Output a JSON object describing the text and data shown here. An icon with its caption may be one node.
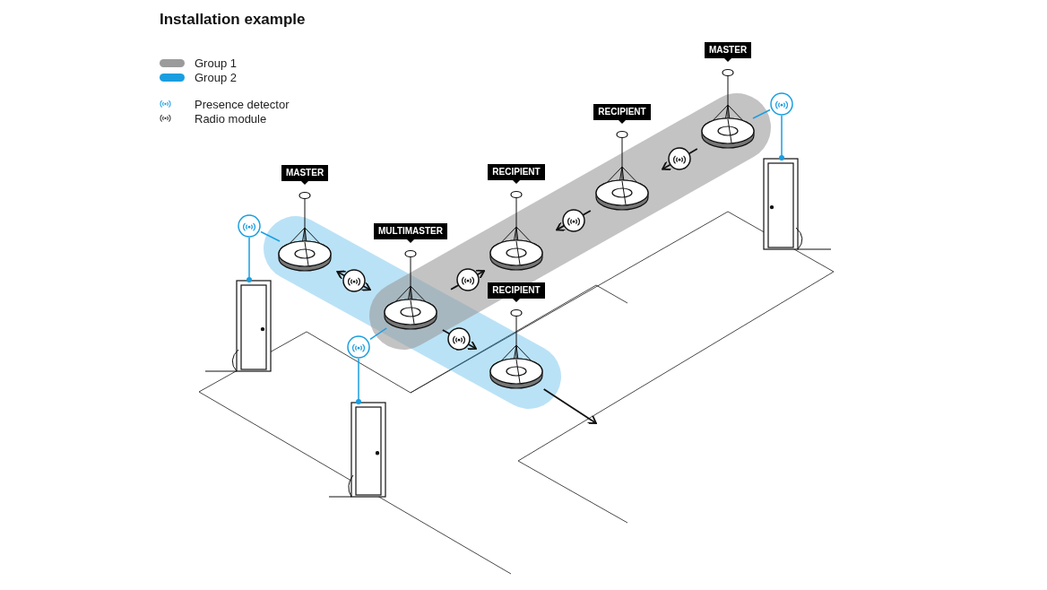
{
  "diagram": {
    "title": "Installation example",
    "nodes": [
      {
        "text": [
          "MASTER"
        ]
      },
      {
        "text": [
          "RECIPIENT"
        ]
      },
      {
        "text": [
          "MASTER"
        ]
      },
      {
        "text": [
          "RECIPIENT"
        ]
      },
      {
        "text": [
          "MULTIMASTER"
        ]
      },
      {
        "text": [
          "RECIPIENT"
        ]
      },
      {
        "text": [],
        "shape": "circle"
      },
      {
        "text": [],
        "shape": "circle"
      },
      {
        "text": [],
        "shape": "circle"
      },
      {
        "text": [],
        "shape": "door"
      },
      {
        "text": [],
        "shape": "door"
      },
      {
        "text": [],
        "shape": "door"
      }
    ],
    "edges": [
      {
        "from": 2,
        "to": 4,
        "arrow": "both"
      },
      {
        "from": 4,
        "to": 3,
        "arrow": "to"
      },
      {
        "from": 4,
        "to": 5,
        "arrow": "to"
      },
      {
        "from": 0,
        "to": 1,
        "arrow": "to"
      },
      {
        "from": 1,
        "to": 3,
        "arrow": "to"
      },
      {
        "from": 5,
        "to": null,
        "arrow": "to"
      },
      {
        "from": 7,
        "to": 2,
        "arrow": "none",
        "color": "#1a9ee0"
      },
      {
        "from": 8,
        "to": 4,
        "arrow": "none",
        "color": "#1a9ee0"
      },
      {
        "from": 6,
        "to": 0,
        "arrow": "none",
        "color": "#1a9ee0"
      },
      {
        "from": 7,
        "to": 10,
        "arrow": "other",
        "color": "#1a9ee0"
      },
      {
        "from": 8,
        "to": 11,
        "arrow": "other",
        "color": "#1a9ee0"
      },
      {
        "from": 6,
        "to": 9,
        "arrow": "other",
        "color": "#1a9ee0"
      }
    ],
    "legend": [
      {
        "text": "Group 1",
        "color": "#9b9b9b"
      },
      {
        "text": "Group 2",
        "color": "#1a9ee0"
      },
      {
        "text": "Presence detector"
      },
      {
        "text": "Radio module"
      }
    ]
  }
}
